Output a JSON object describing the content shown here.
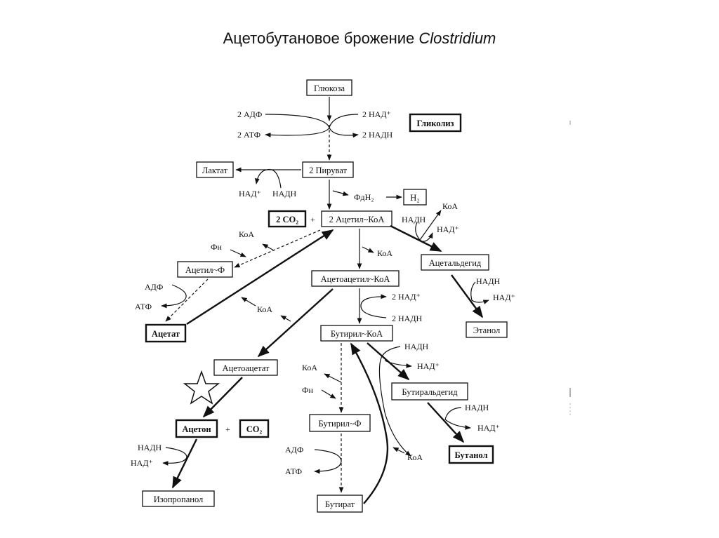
{
  "title": {
    "main": "Ацетобутановое брожение ",
    "organism": "Clostridium"
  },
  "nodes": {
    "glucose": "Глюкоза",
    "glycolysis": "Гликолиз",
    "pyruvate": "2 Пируват",
    "lactate": "Лактат",
    "h2": "H₂",
    "co2_top": "2 CO₂",
    "acetyl_coa": "2 Ацетил~КоА",
    "acetaldehyde": "Ацетальдегид",
    "ethanol": "Этанол",
    "acetyl_p": "Ацетил~Ф",
    "acetate": "Ацетат",
    "acetoacetyl_coa": "Ацетоацетил~КоА",
    "butyryl_coa": "Бутирил~КоА",
    "acetoacetate": "Ацетоацетат",
    "acetone": "Ацетон",
    "co2_bottom": "CO₂",
    "isopropanol": "Изопропанол",
    "butyryl_p": "Бутирил~Ф",
    "butyrate": "Бутират",
    "butyraldehyde": "Бутиральдегид",
    "butanol": "Бутанол"
  },
  "labels": {
    "adp2": "2 АДФ",
    "atp2": "2 АТФ",
    "nad2_top": "2 НАД⁺",
    "nadh2_top": "2 НАДН",
    "lact_nad": "НАД⁺",
    "lact_nadh": "НАДН",
    "fdh2": "ФдН₂",
    "plus1": "+",
    "ald_koa": "КоА",
    "ald_nadh": "НАДН",
    "ald_nad": "НАД⁺",
    "eth_nadh": "НАДН",
    "eth_nad": "НАД⁺",
    "acp_koa": "КоА",
    "acp_pn": "Фн",
    "acp_adp": "АДФ",
    "acp_atp": "АТФ",
    "aac_koa": "КоА",
    "acet_koa": "КоА",
    "bc_nad2": "2 НАД⁺",
    "bc_nadh2": "2 НАДН",
    "bald_nadh": "НАДН",
    "bald_nad": "НАД⁺",
    "buol_nadh": "НАДН",
    "buol_nad": "НАД⁺",
    "bp_koa": "КоА",
    "bp_pn": "Фн",
    "bp_adp": "АДФ",
    "bp_atp": "АТФ",
    "but_koa": "КоА",
    "plus2": "+",
    "ipa_nadh": "НАДН",
    "ipa_nad": "НАД⁺"
  }
}
